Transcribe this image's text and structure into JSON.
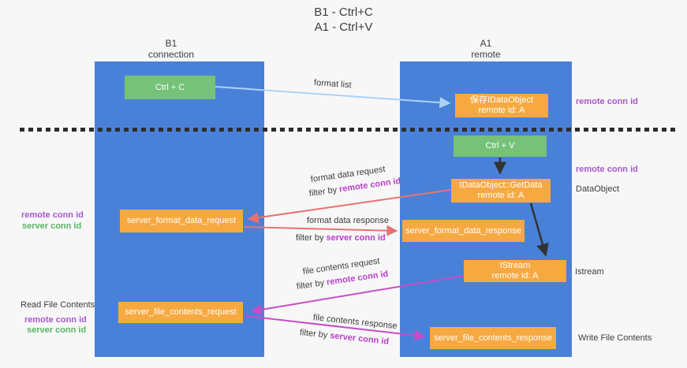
{
  "title": {
    "line1": "B1 - Ctrl+C",
    "line2": "A1 - Ctrl+V"
  },
  "lanes": {
    "left": {
      "name": "B1",
      "role": "connection"
    },
    "right": {
      "name": "A1",
      "role": "remote"
    }
  },
  "boxes": {
    "ctrl_c": {
      "label": "Ctrl + C"
    },
    "save_idataobject": {
      "line1": "保存IDataObject",
      "line2": "remote id: A"
    },
    "ctrl_v": {
      "label": "Ctrl + V"
    },
    "getdata": {
      "line1": "IDataObject::GetData",
      "line2": "remote id: A"
    },
    "istream": {
      "line1": "IStream",
      "line2": "remote id: A"
    },
    "format_request": {
      "label": "server_format_data_request"
    },
    "format_response": {
      "label": "server_format_data_response"
    },
    "file_request": {
      "label": "server_file_contents_request"
    },
    "file_response": {
      "label": "server_file_contents_response"
    }
  },
  "edges": {
    "format_list": {
      "label": "format list"
    },
    "format_data_request": {
      "label": "format data request",
      "filter_prefix": "filter by",
      "filter_key": "remote conn id"
    },
    "format_data_response": {
      "label": "format data response",
      "filter_prefix": "filter by",
      "filter_key": "server conn id"
    },
    "file_contents_request": {
      "label": "file contents request",
      "filter_prefix": "filter by",
      "filter_key": "remote conn id"
    },
    "file_contents_response": {
      "label": "file contents response",
      "filter_prefix": "filter by",
      "filter_key": "server conn id"
    }
  },
  "annotations": {
    "right_remote_conn_id_top": "remote conn id",
    "right_remote_conn_id_mid": "remote conn id",
    "dataobject": "DataObject",
    "istream": "Istream",
    "write_file_contents": "Write File Contents",
    "left_remote_conn_id": "remote conn id",
    "left_server_conn_id": "server conn id",
    "read_file_contents": "Read File Contents",
    "left_remote_conn_id_bottom": "remote conn id",
    "left_server_conn_id_bottom": "server conn id"
  },
  "colors": {
    "lane_blue": "#4a81d8",
    "box_orange": "#f7a941",
    "box_green": "#75c278",
    "arrow_light_blue": "#aad4f5",
    "arrow_red": "#e87272",
    "arrow_magenta": "#c84cc8",
    "arrow_black": "#333333",
    "text_purple": "#a958ca",
    "text_green": "#58b763",
    "text_filter_magenta": "#b83fc8"
  }
}
